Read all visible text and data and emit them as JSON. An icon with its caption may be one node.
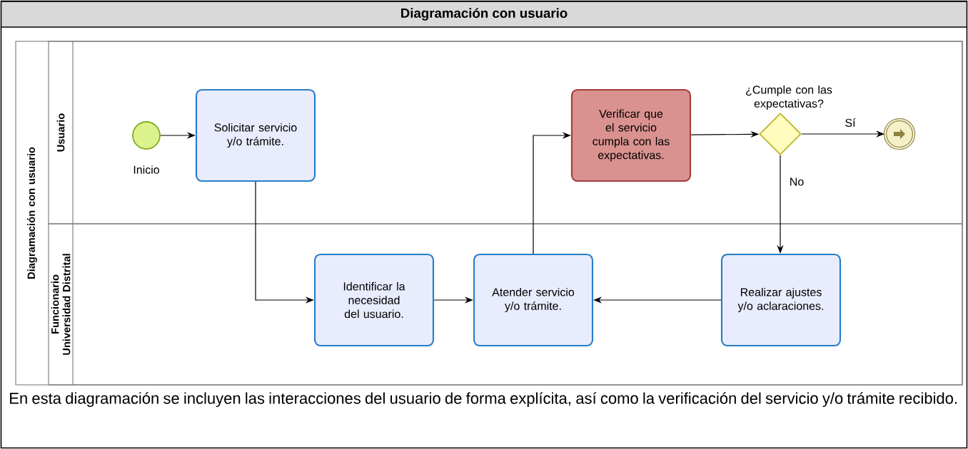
{
  "diagram": {
    "title": "Diagramación con usuario",
    "caption": "En esta diagramación se incluyen las interacciones del usuario de forma explícita, así como la verificación del servicio y/o trámite recibido.",
    "nodes": [
      {
        "text": [
          "Diagramación con usuario"
        ]
      },
      {
        "text": [
          "Usuario"
        ],
        "in": 0
      },
      {
        "text": [
          "Funcionario Universidad Distrital"
        ],
        "in": 0
      },
      {
        "text": [],
        "shape": "circle",
        "beside": [
          "Inicio"
        ],
        "in": 1
      },
      {
        "text": [
          "Solicitar servicio y/o trámite."
        ],
        "in": 1
      },
      {
        "text": [
          "Verificar que el servicio cumpla con las expectativas."
        ],
        "in": 1
      },
      {
        "text": [],
        "shape": "diamond",
        "beside": [
          "¿Cumple con las expectativas?"
        ],
        "in": 1
      },
      {
        "text": [],
        "shape": "circle",
        "in": 1
      },
      {
        "text": [
          "Identificar la necesidad del usuario."
        ],
        "in": 2
      },
      {
        "text": [
          "Atender servicio y/o trámite."
        ],
        "in": 2
      },
      {
        "text": [
          "Realizar ajustes y/o aclaraciones."
        ],
        "in": 2
      }
    ],
    "edges": [
      {
        "from": 3,
        "to": 4,
        "arrow": "to"
      },
      {
        "from": 4,
        "to": 8,
        "arrow": "to"
      },
      {
        "from": 8,
        "to": 9,
        "arrow": "to"
      },
      {
        "from": 9,
        "to": 5,
        "arrow": "to"
      },
      {
        "from": 5,
        "to": 6,
        "arrow": "to"
      },
      {
        "from": 6,
        "to": 7,
        "arrow": "to",
        "label": "Sí"
      },
      {
        "from": 6,
        "to": 10,
        "arrow": "to",
        "label": "No"
      },
      {
        "from": 10,
        "to": 9,
        "arrow": "to"
      }
    ]
  }
}
